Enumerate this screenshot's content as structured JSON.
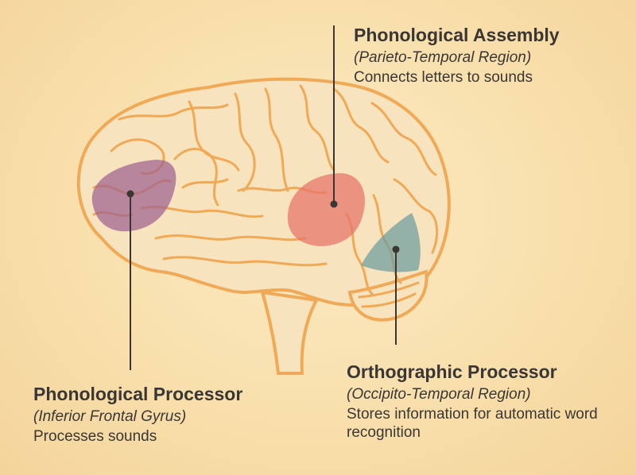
{
  "regions": {
    "assembly": {
      "title": "Phonological Assembly",
      "subtitle": "(Parieto-Temporal Region)",
      "description": "Connects letters to sounds",
      "color": "#e8736a"
    },
    "phonological": {
      "title": "Phonological Processor",
      "subtitle": "(Inferior Frontal Gyrus)",
      "description": "Processes sounds",
      "color": "#a0628f"
    },
    "orthographic": {
      "title": "Orthographic Processor",
      "subtitle": "(Occipito-Temporal Region)",
      "description": "Stores information for automatic word recognition",
      "color": "#6e9e9e"
    }
  },
  "colors": {
    "background": "#f8deaa",
    "brain_outline": "#efa957",
    "brain_fill": "#f7e3bd",
    "leader_line": "#3a3633"
  }
}
